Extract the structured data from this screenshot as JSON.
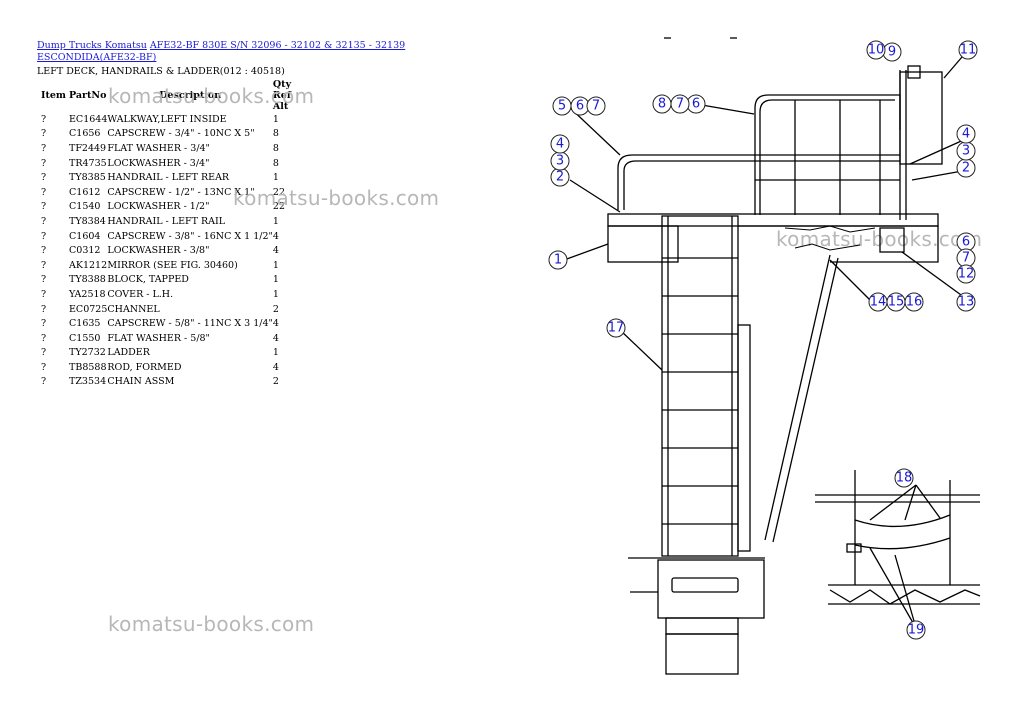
{
  "breadcrumb": {
    "link1": "Dump Trucks Komatsu",
    "link2": "AFE32-BF 830E S/N 32096 - 32102 & 32135 - 32139 ESCONDIDA(AFE32-BF)"
  },
  "section_title": "LEFT DECK, HANDRAILS & LADDER(012 : 40518)",
  "table": {
    "headers": {
      "item": "Item",
      "part": "PartNo",
      "desc": "Description",
      "qty": "Qty",
      "ref": "Ref",
      "alt": "Alt"
    },
    "rows": [
      {
        "item": "?",
        "part": "EC1644",
        "desc": "WALKWAY,LEFT INSIDE",
        "qty": "1"
      },
      {
        "item": "?",
        "part": "C1656",
        "desc": "CAPSCREW - 3/4\" - 10NC X 5\"",
        "qty": "8"
      },
      {
        "item": "?",
        "part": "TF2449",
        "desc": "FLAT WASHER - 3/4\"",
        "qty": "8"
      },
      {
        "item": "?",
        "part": "TR4735",
        "desc": "LOCKWASHER - 3/4\"",
        "qty": "8"
      },
      {
        "item": "?",
        "part": "TY8385",
        "desc": "HANDRAIL - LEFT REAR",
        "qty": "1"
      },
      {
        "item": "?",
        "part": "C1612",
        "desc": "CAPSCREW - 1/2\" - 13NC X 1\"",
        "qty": "22"
      },
      {
        "item": "?",
        "part": "C1540",
        "desc": "LOCKWASHER - 1/2\"",
        "qty": "22"
      },
      {
        "item": "?",
        "part": "TY8384",
        "desc": "HANDRAIL - LEFT RAIL",
        "qty": "1"
      },
      {
        "item": "?",
        "part": "C1604",
        "desc": "CAPSCREW - 3/8\" - 16NC X 1 1/2\"",
        "qty": "4"
      },
      {
        "item": "?",
        "part": "C0312",
        "desc": "LOCKWASHER - 3/8\"",
        "qty": "4"
      },
      {
        "item": "?",
        "part": "AK1212",
        "desc": "MIRROR (SEE FIG. 30460)",
        "qty": "1"
      },
      {
        "item": "?",
        "part": "TY8388",
        "desc": "BLOCK, TAPPED",
        "qty": "1"
      },
      {
        "item": "?",
        "part": "YA2518",
        "desc": "COVER - L.H.",
        "qty": "1"
      },
      {
        "item": "?",
        "part": "EC0725",
        "desc": "CHANNEL",
        "qty": "2"
      },
      {
        "item": "?",
        "part": "C1635",
        "desc": "CAPSCREW - 5/8\" - 11NC X 3 1/4\"",
        "qty": "4"
      },
      {
        "item": "?",
        "part": "C1550",
        "desc": "FLAT WASHER - 5/8\"",
        "qty": "4"
      },
      {
        "item": "?",
        "part": "TY2732",
        "desc": "LADDER",
        "qty": "1"
      },
      {
        "item": "?",
        "part": "TB8588",
        "desc": "ROD, FORMED",
        "qty": "4"
      },
      {
        "item": "?",
        "part": "TZ3534",
        "desc": "CHAIN ASSM",
        "qty": "2"
      }
    ]
  },
  "watermark": "komatsu-books.com",
  "callouts": [
    "1",
    "2",
    "3",
    "4",
    "5",
    "6",
    "7",
    "8",
    "9",
    "10",
    "11",
    "12",
    "13",
    "14",
    "15",
    "16",
    "17",
    "18",
    "19"
  ],
  "colors": {
    "link": "#1a1ad6",
    "callout_text": "#1a1ad6",
    "watermark": "#b7b7b7"
  }
}
